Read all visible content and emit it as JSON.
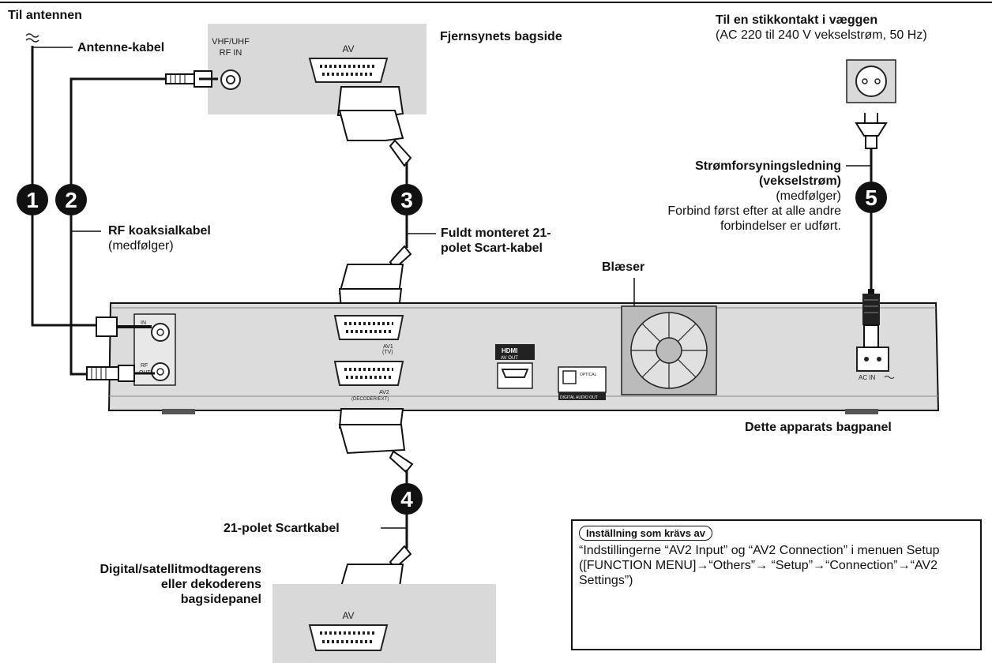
{
  "labels": {
    "antenna_to": "Til antennen",
    "antenna_cable": "Antenne-kabel",
    "tv_back": "Fjernsynets bagside",
    "tv_rf_in_1": "VHF/UHF",
    "tv_rf_in_2": "RF IN",
    "tv_av": "AV",
    "rf_coax_1": "RF koaksialkabel",
    "rf_coax_2": "(medfølger)",
    "scart_full_1": "Fuldt monteret 21-",
    "scart_full_2": "polet Scart-kabel",
    "wall_1": "Til en stikkontakt i væggen",
    "wall_2": "(AC 220 til 240 V vekselstrøm, 50 Hz)",
    "power_1": "Strømforsyningsledning",
    "power_2": "(vekselstrøm)",
    "power_3": "(medfølger)",
    "power_4": "Forbind først efter at alle andre",
    "power_5": "forbindelser er udført.",
    "fan": "Blæser",
    "unit_back": "Dette apparats bagpanel",
    "scart_21": "21-polet Scartkabel",
    "decoder_1": "Digital/satellitmodtagerens",
    "decoder_2": "eller dekoderens",
    "decoder_3": "bagsidepanel",
    "decoder_av": "AV"
  },
  "panel_markings": {
    "rf_in": "IN",
    "rf_out_1": "RF",
    "rf_out_2": "OUT",
    "av1": "AV1",
    "av1_sub": "(TV)",
    "av2": "AV2",
    "av2_sub": "(DECODER/EXT)",
    "hdmi": "HDMI",
    "hdmi_sub": "AV OUT",
    "optical": "OPTICAL",
    "digital_audio": "DIGITAL AUDIO OUT",
    "ac_in": "AC IN"
  },
  "numbers": {
    "n1": "1",
    "n2": "2",
    "n3": "3",
    "n4": "4",
    "n5": "5"
  },
  "note": {
    "heading": "Inställning som krävs av",
    "body": "“Indstillingerne “AV2 Input” og “AV2 Connection” i menuen Setup ([FUNCTION MENU]→“Others”→ “Setup”→“Connection”→“AV2 Settings”)"
  },
  "colors": {
    "panel": "#d9d9d9",
    "device": "#dcdcdc",
    "line": "#111111"
  }
}
